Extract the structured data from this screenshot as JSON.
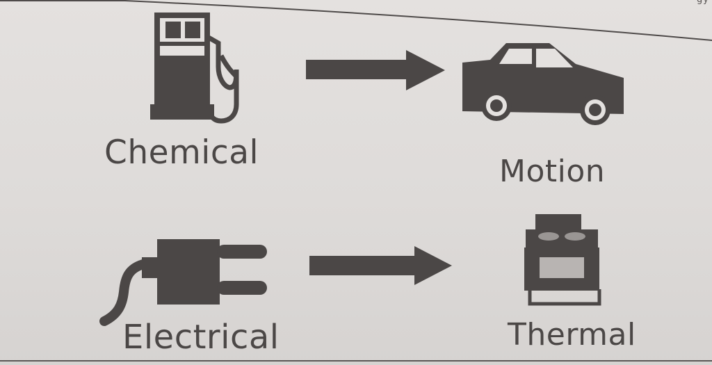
{
  "header": {
    "corner_fragment": "gy"
  },
  "diagram": {
    "rows": [
      {
        "from_label": "Chemical",
        "to_label": "Motion"
      },
      {
        "from_label": "Electrical",
        "to_label": "Thermal"
      }
    ]
  },
  "icons": {
    "source_top": "fuel-pump-icon",
    "target_top": "car-icon",
    "source_bottom": "electric-plug-icon",
    "target_bottom": "stove-icon"
  },
  "colors": {
    "ink": "#4b4746",
    "background": "#dedbd9"
  }
}
